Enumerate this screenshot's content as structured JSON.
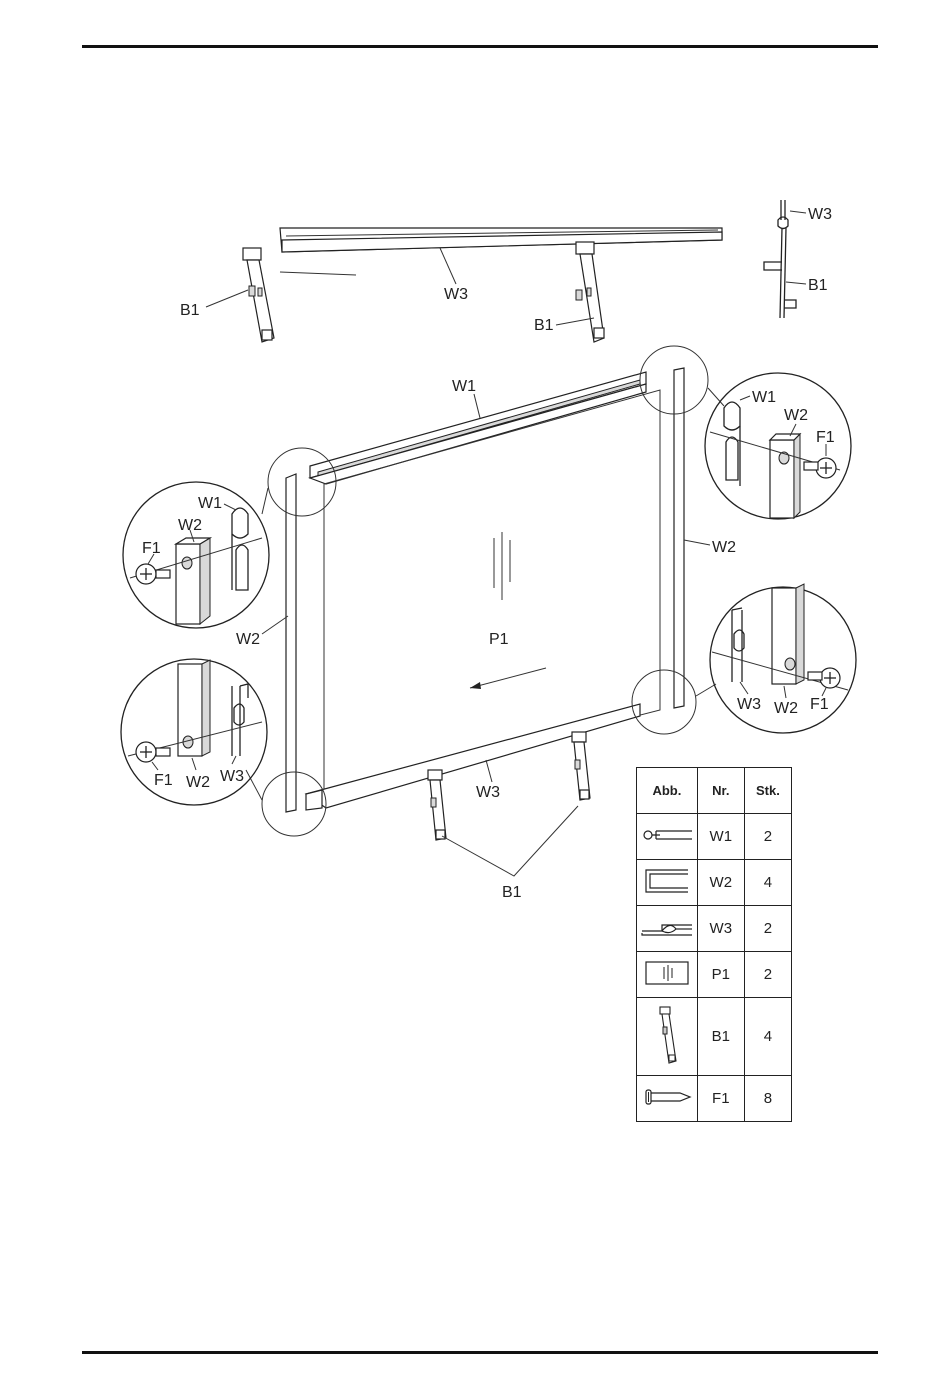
{
  "labels": {
    "top_rail": "W3",
    "top_bracket_left": "B1",
    "top_bracket_right": "B1",
    "side_w3": "W3",
    "side_b1": "B1",
    "frame_top": "W1",
    "frame_right": "W2",
    "frame_left": "W2",
    "panel": "P1",
    "frame_bottom": "W3",
    "bottom_brackets": "B1",
    "detail_tl": {
      "w1": "W1",
      "w2": "W2",
      "f1": "F1"
    },
    "detail_tr": {
      "w1": "W1",
      "w2": "W2",
      "f1": "F1"
    },
    "detail_bl": {
      "f1": "F1",
      "w2": "W2",
      "w3": "W3"
    },
    "detail_br": {
      "w3": "W3",
      "w2": "W2",
      "f1": "F1"
    }
  },
  "parts_table": {
    "headers": {
      "abb": "Abb.",
      "nr": "Nr.",
      "stk": "Stk."
    },
    "rows": [
      {
        "icon": "w1-profile-icon",
        "nr": "W1",
        "stk": "2"
      },
      {
        "icon": "w2-profile-icon",
        "nr": "W2",
        "stk": "4"
      },
      {
        "icon": "w3-profile-icon",
        "nr": "W3",
        "stk": "2"
      },
      {
        "icon": "panel-icon",
        "nr": "P1",
        "stk": "2"
      },
      {
        "icon": "bracket-icon",
        "nr": "B1",
        "stk": "4"
      },
      {
        "icon": "screw-icon",
        "nr": "F1",
        "stk": "8"
      }
    ]
  }
}
